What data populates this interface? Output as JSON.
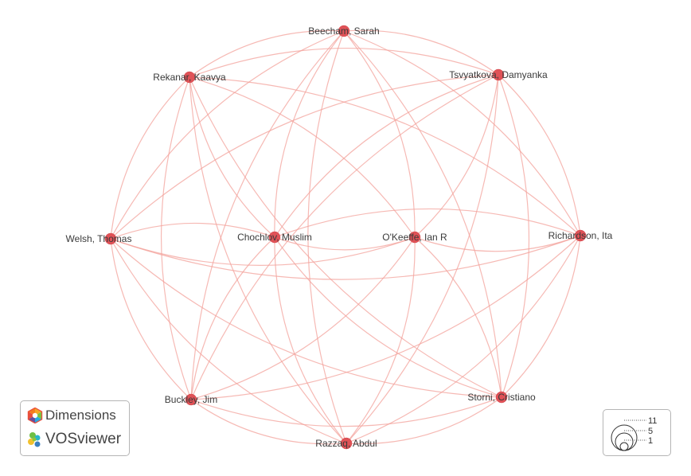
{
  "nodes": [
    {
      "id": "beecham",
      "label": "Beecham, Sarah"
    },
    {
      "id": "rekanar",
      "label": "Rekanar, Kaavya"
    },
    {
      "id": "tsvyatkova",
      "label": "Tsvyatkova, Damyanka"
    },
    {
      "id": "welsh",
      "label": "Welsh, Thomas"
    },
    {
      "id": "chochlov",
      "label": "Chochlov, Muslim"
    },
    {
      "id": "okeeffe",
      "label": "O'Keeffe, Ian R"
    },
    {
      "id": "richardson",
      "label": "Richardson, Ita"
    },
    {
      "id": "buckley",
      "label": "Buckley, Jim"
    },
    {
      "id": "storni",
      "label": "Storni, Cristiano"
    },
    {
      "id": "razzaq",
      "label": "Razzaq, Abdul"
    }
  ],
  "edges": [
    [
      "beecham",
      "rekanar"
    ],
    [
      "beecham",
      "tsvyatkova"
    ],
    [
      "beecham",
      "welsh"
    ],
    [
      "beecham",
      "chochlov"
    ],
    [
      "beecham",
      "okeeffe"
    ],
    [
      "beecham",
      "richardson"
    ],
    [
      "beecham",
      "buckley"
    ],
    [
      "beecham",
      "storni"
    ],
    [
      "beecham",
      "razzaq"
    ],
    [
      "rekanar",
      "tsvyatkova"
    ],
    [
      "rekanar",
      "welsh"
    ],
    [
      "rekanar",
      "chochlov"
    ],
    [
      "rekanar",
      "okeeffe"
    ],
    [
      "rekanar",
      "richardson"
    ],
    [
      "rekanar",
      "buckley"
    ],
    [
      "rekanar",
      "storni"
    ],
    [
      "rekanar",
      "razzaq"
    ],
    [
      "tsvyatkova",
      "welsh"
    ],
    [
      "tsvyatkova",
      "chochlov"
    ],
    [
      "tsvyatkova",
      "okeeffe"
    ],
    [
      "tsvyatkova",
      "richardson"
    ],
    [
      "tsvyatkova",
      "buckley"
    ],
    [
      "tsvyatkova",
      "storni"
    ],
    [
      "tsvyatkova",
      "razzaq"
    ],
    [
      "welsh",
      "chochlov"
    ],
    [
      "welsh",
      "okeeffe"
    ],
    [
      "welsh",
      "richardson"
    ],
    [
      "welsh",
      "buckley"
    ],
    [
      "welsh",
      "storni"
    ],
    [
      "welsh",
      "razzaq"
    ],
    [
      "chochlov",
      "okeeffe"
    ],
    [
      "chochlov",
      "richardson"
    ],
    [
      "chochlov",
      "buckley"
    ],
    [
      "chochlov",
      "storni"
    ],
    [
      "chochlov",
      "razzaq"
    ],
    [
      "okeeffe",
      "richardson"
    ],
    [
      "okeeffe",
      "buckley"
    ],
    [
      "okeeffe",
      "storni"
    ],
    [
      "okeeffe",
      "razzaq"
    ],
    [
      "richardson",
      "buckley"
    ],
    [
      "richardson",
      "storni"
    ],
    [
      "richardson",
      "razzaq"
    ],
    [
      "buckley",
      "storni"
    ],
    [
      "buckley",
      "razzaq"
    ],
    [
      "storni",
      "razzaq"
    ]
  ],
  "colors": {
    "node": "#e05257",
    "edge": "#f3a29b"
  },
  "logos": {
    "dimensions": "Dimensions",
    "vosviewer": "VOSviewer"
  },
  "size_legend": {
    "values": [
      "11",
      "5",
      "1"
    ]
  }
}
